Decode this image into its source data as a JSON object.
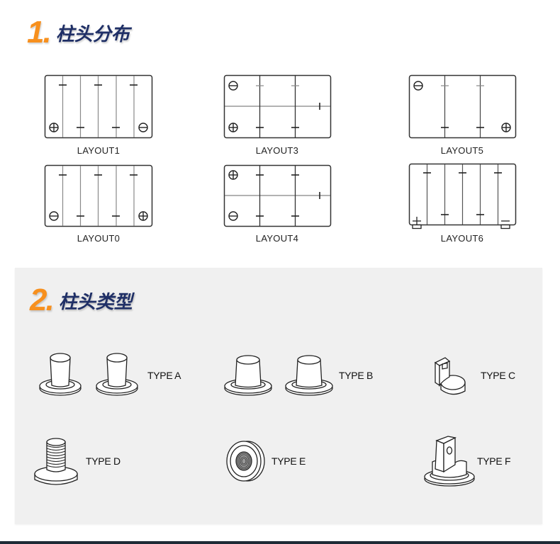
{
  "section1": {
    "number": "1.",
    "title": "柱头分布",
    "layouts": [
      {
        "id": "layout1",
        "label": "LAYOUT1"
      },
      {
        "id": "layout3",
        "label": "LAYOUT3"
      },
      {
        "id": "layout5",
        "label": "LAYOUT5"
      },
      {
        "id": "layout0",
        "label": "LAYOUT0"
      },
      {
        "id": "layout4",
        "label": "LAYOUT4"
      },
      {
        "id": "layout6",
        "label": "LAYOUT6"
      }
    ]
  },
  "section2": {
    "number": "2.",
    "title": "柱头类型",
    "types": [
      {
        "id": "type-a",
        "label": "TYPE A"
      },
      {
        "id": "type-b",
        "label": "TYPE B"
      },
      {
        "id": "type-c",
        "label": "TYPE C"
      },
      {
        "id": "type-d",
        "label": "TYPE D"
      },
      {
        "id": "type-e",
        "label": "TYPE E"
      },
      {
        "id": "type-f",
        "label": "TYPE F"
      }
    ]
  },
  "colors": {
    "accent_orange": "#f7901e",
    "title_navy": "#1f2f66",
    "panel_gray": "#f0f0f0",
    "line": "#333333"
  }
}
